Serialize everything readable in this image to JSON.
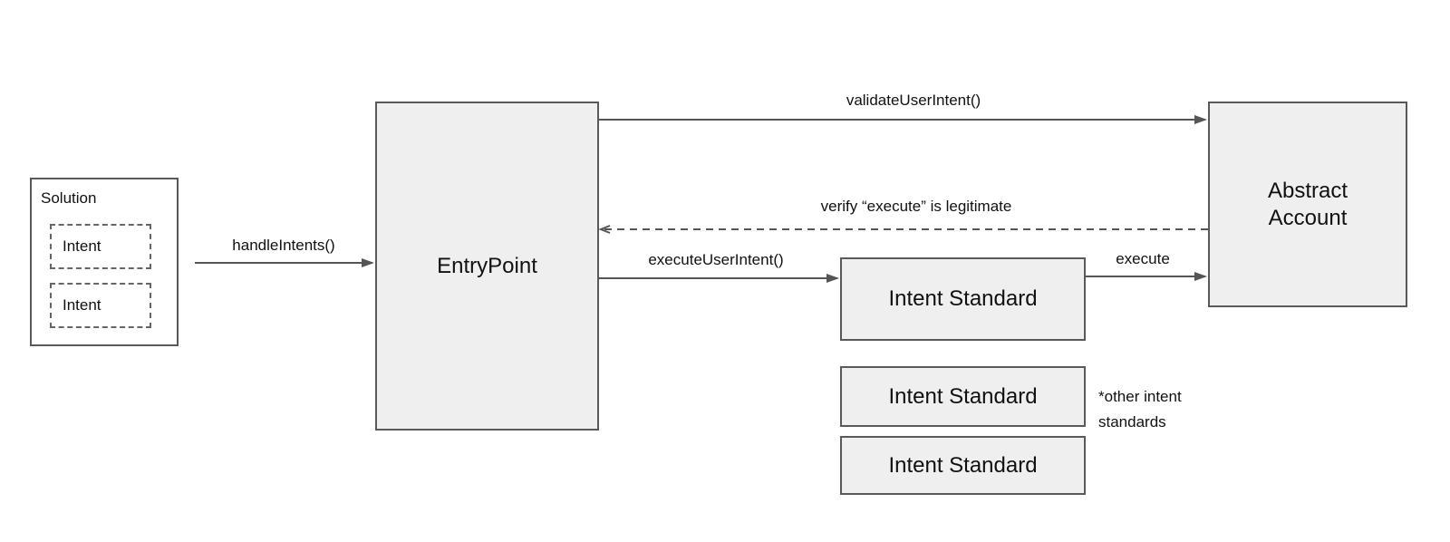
{
  "colors": {
    "box_fill": "#efefef",
    "box_stroke": "#595959",
    "line": "#555555",
    "text": "#111111",
    "bg": "#ffffff"
  },
  "solution": {
    "label": "Solution",
    "intents": [
      "Intent",
      "Intent"
    ]
  },
  "entrypoint": {
    "label": "EntryPoint"
  },
  "abstract_account": {
    "label": "Abstract Account"
  },
  "intent_standards": [
    "Intent Standard",
    "Intent Standard",
    "Intent Standard"
  ],
  "edges": {
    "handle_intents": {
      "label": "handleIntents()"
    },
    "validate_user_intent": {
      "label": "validateUserIntent()"
    },
    "verify_execute": {
      "label": "verify “execute” is legitimate"
    },
    "execute_user_intent": {
      "label": "executeUserIntent()"
    },
    "execute": {
      "label": "execute"
    }
  },
  "note": "*other intent standards"
}
